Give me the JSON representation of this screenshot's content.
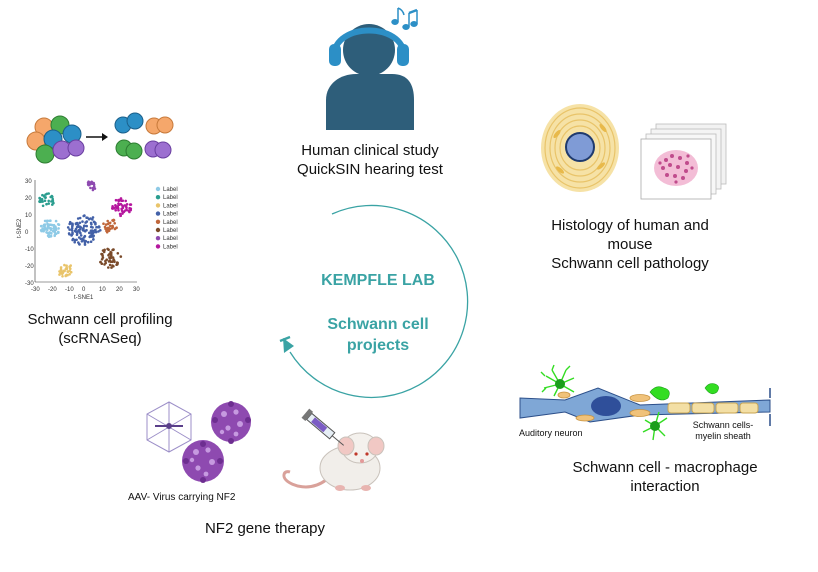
{
  "center": {
    "title": "KEMPFLE LAB",
    "line1": "Schwann cell",
    "line2": "projects"
  },
  "colors": {
    "teal_accent": "#3aa3a4",
    "person": "#2e5e7a",
    "headphones": "#2c8fc6",
    "green_cells": "#33dd22"
  },
  "clinical": {
    "line1": "Human clinical study",
    "line2": "QuickSIN hearing test"
  },
  "histology": {
    "line1": "Histology of human and",
    "line2": "mouse",
    "line3": "Schwann cell pathology"
  },
  "profiling": {
    "line1": "Schwann cell profiling",
    "line2": "(scRNASeq)",
    "ylabel": "t-SNE2",
    "xlabel": "t-SNE1",
    "xticks": [
      "-30",
      "-20",
      "-10",
      "0",
      "10",
      "20",
      "30"
    ],
    "yticks": [
      "30",
      "20",
      "10",
      "0",
      "-10",
      "-20",
      "-30"
    ],
    "legend": [
      "Label",
      "Label",
      "Label",
      "Label",
      "Label",
      "Label",
      "Label",
      "Label"
    ]
  },
  "macrophage": {
    "line1": "Schwann cell - macrophage",
    "line2": "interaction",
    "neuron_label": "Auditory neuron",
    "sc_label1": "Schwann cells-",
    "sc_label2": "myelin sheath"
  },
  "gene_therapy": {
    "title": "NF2 gene therapy",
    "aav_label": "AAV- Virus carrying NF2"
  },
  "icons": [
    "person-headphones-icon",
    "music-notes-icon",
    "cell-sorting-icon",
    "histology-section-icon",
    "tissue-slides-icon",
    "neuron-icon",
    "macrophage-icon",
    "aav-capsid-icon",
    "virus-particle-icon",
    "mouse-icon",
    "syringe-icon",
    "cycle-arrow-icon"
  ]
}
